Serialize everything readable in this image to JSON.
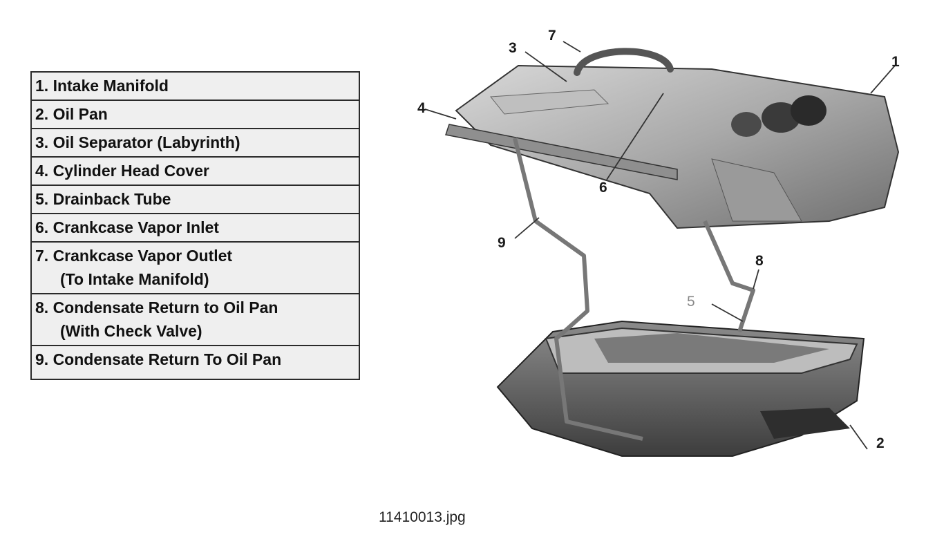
{
  "legend": [
    {
      "lines": [
        "1. Intake Manifold"
      ]
    },
    {
      "lines": [
        "2. Oil Pan"
      ]
    },
    {
      "lines": [
        "3. Oil Separator (Labyrinth)"
      ]
    },
    {
      "lines": [
        "4. Cylinder Head Cover"
      ]
    },
    {
      "lines": [
        "5. Drainback Tube"
      ]
    },
    {
      "lines": [
        "6. Crankcase Vapor Inlet"
      ]
    },
    {
      "lines": [
        "7. Crankcase Vapor Outlet",
        "(To Intake Manifold)"
      ]
    },
    {
      "lines": [
        "8. Condensate Return to Oil Pan",
        "(With Check Valve)"
      ]
    },
    {
      "lines": [
        "9. Condensate Return To Oil Pan"
      ]
    }
  ],
  "callouts": {
    "c1": "1",
    "c2": "2",
    "c3": "3",
    "c4": "4",
    "c5": "5",
    "c6": "6",
    "c7": "7",
    "c8": "8",
    "c9": "9"
  },
  "filename": "11410013.jpg"
}
